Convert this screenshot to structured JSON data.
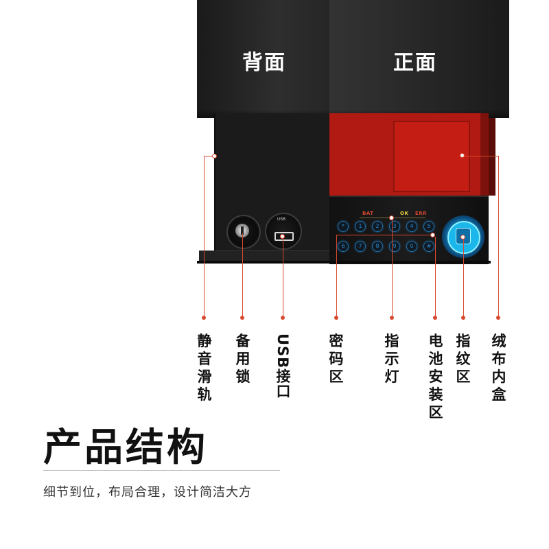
{
  "lid": {
    "back_label": "背面",
    "front_label": "正面"
  },
  "panel": {
    "status": {
      "bat": "BAT",
      "ok": "OK",
      "err": "ERR"
    },
    "keys_row1": [
      "*",
      "1",
      "2",
      "3",
      "4",
      "5"
    ],
    "keys_row2": [
      "6",
      "7",
      "8",
      "9",
      "0",
      "#"
    ],
    "usb_mark": "USB"
  },
  "callouts": [
    {
      "id": "silent-rail",
      "label": "静音滑轨"
    },
    {
      "id": "backup-lock",
      "label": "备用锁"
    },
    {
      "id": "usb-port",
      "label": "USB接口"
    },
    {
      "id": "password-area",
      "label": "密码区"
    },
    {
      "id": "indicator-light",
      "label": "指示灯"
    },
    {
      "id": "battery-area",
      "label": "电池安装区"
    },
    {
      "id": "fingerprint-area",
      "label": "指纹区"
    },
    {
      "id": "velvet-box",
      "label": "绒布内盒"
    }
  ],
  "heading": {
    "title": "产品结构",
    "subtitle": "细节到位，布局合理，设计简洁大方"
  },
  "colors": {
    "accent": "#d9492f",
    "red_box": "#b01a12",
    "key_blue": "#2d86c5",
    "fingerprint": "#1cb7ea"
  }
}
